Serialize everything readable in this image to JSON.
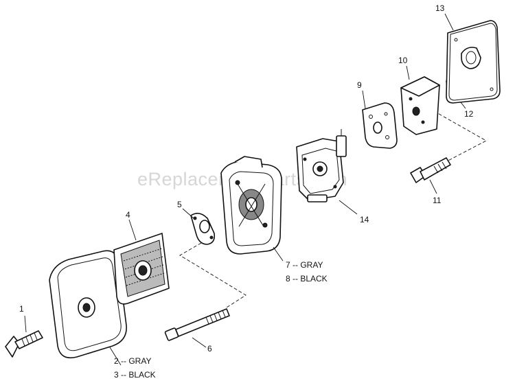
{
  "watermark": "eReplacementParts.com",
  "callouts": {
    "c1": "1",
    "c2": "2 -- GRAY",
    "c3": "3 -- BLACK",
    "c4": "4",
    "c5": "5",
    "c6": "6",
    "c7": "7 -- GRAY",
    "c8": "8 -- BLACK",
    "c9": "9",
    "c10": "10",
    "c11": "11",
    "c12": "12",
    "c13": "13",
    "c14": "14"
  }
}
